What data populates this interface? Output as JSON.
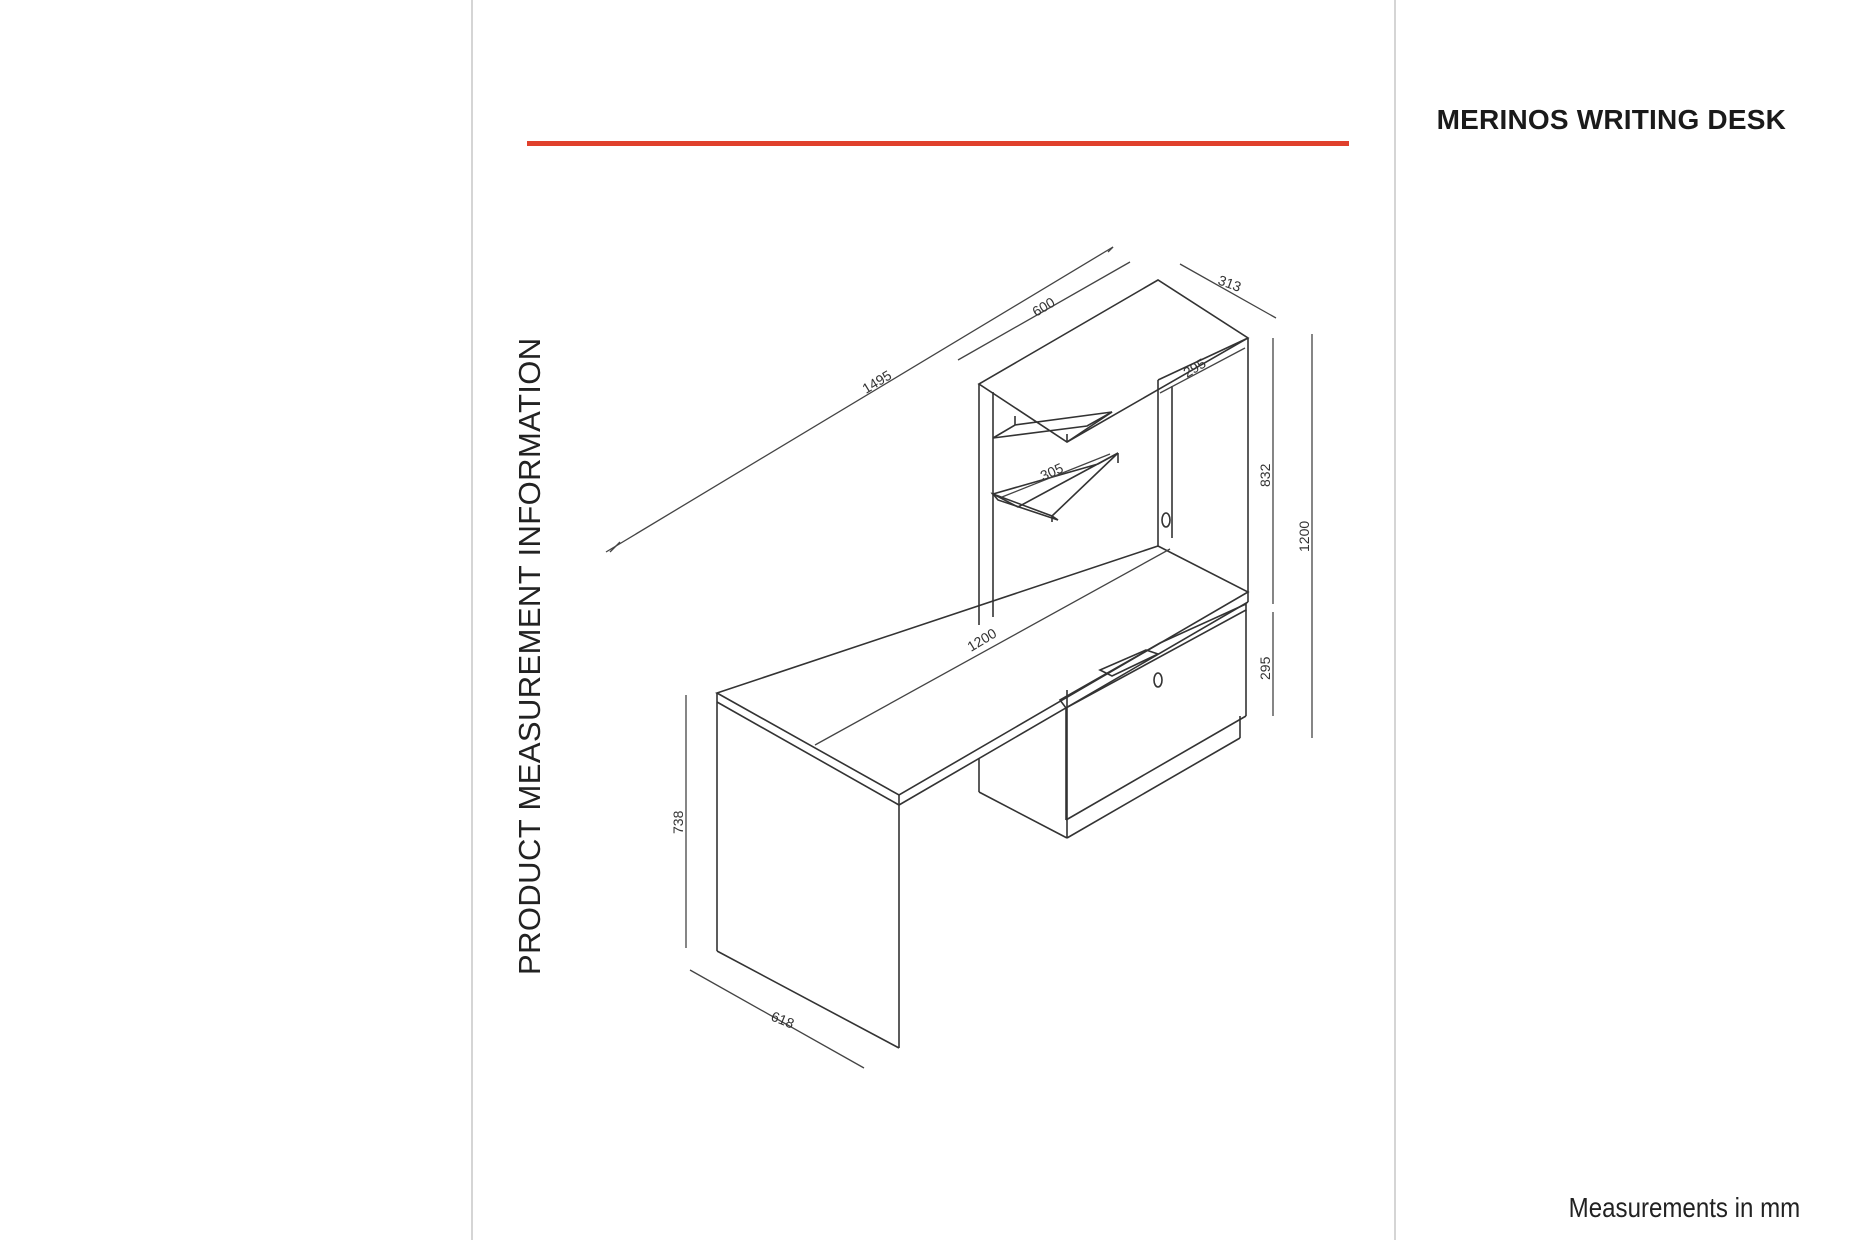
{
  "header": {
    "title": "MERINOS WRITING DESK",
    "side_title": "PRODUCT MEASUREMENT INFORMATION",
    "footer_note": "Measurements in mm",
    "accent_color": "#e0402c"
  },
  "dimensions": {
    "total_length": "1495",
    "shelf_unit_width": "600",
    "shelf_depth": "313",
    "inner_depth": "295",
    "shelf_width": "305",
    "upper_height": "832",
    "total_height": "1200",
    "desk_length": "1200",
    "drawer_height": "295",
    "desk_height": "738",
    "desk_depth": "618"
  }
}
